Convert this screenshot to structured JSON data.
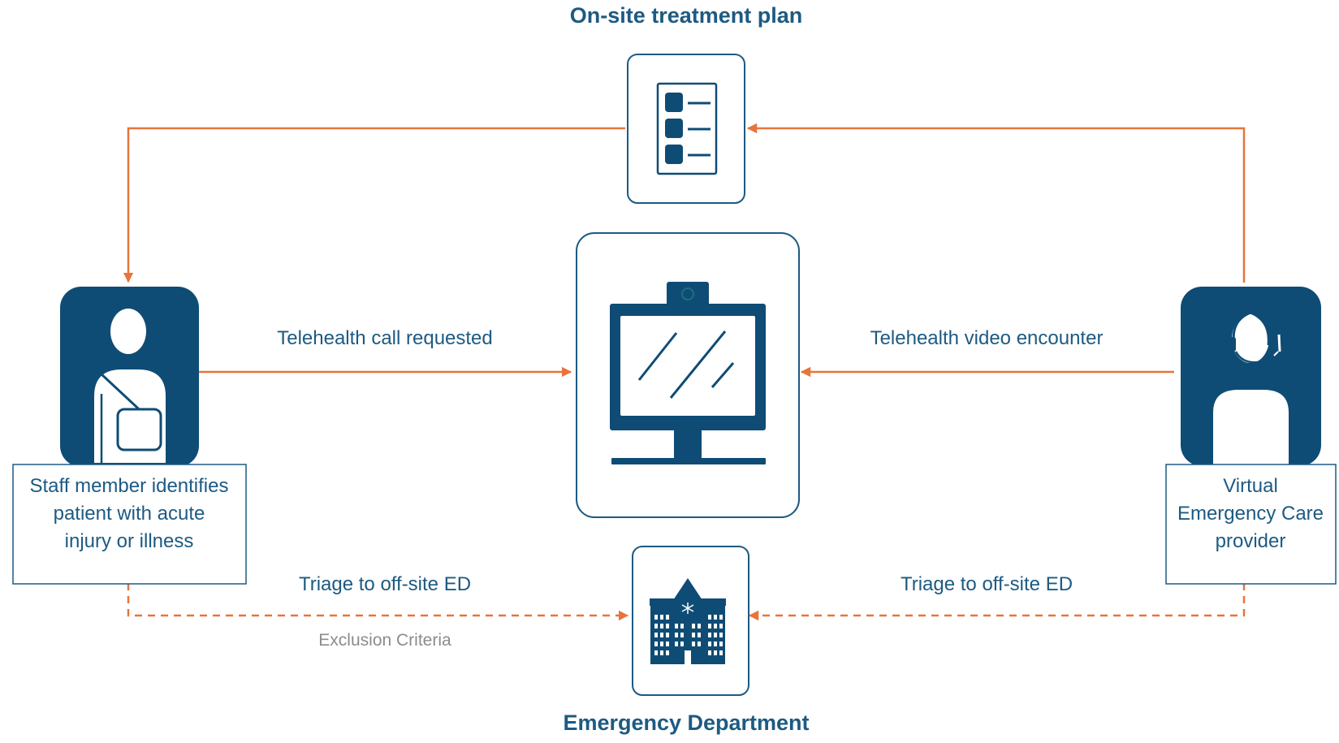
{
  "titles": {
    "top": "On-site treatment plan",
    "bottom": "Emergency Department"
  },
  "flows": {
    "call_requested": "Telehealth call requested",
    "video_encounter": "Telehealth video encounter",
    "triage_left": "Triage to off-site ED",
    "triage_right": "Triage to off-site ED",
    "exclusion": "Exclusion Criteria"
  },
  "staff_box": {
    "line1": "Staff member identifies",
    "line2": "patient with acute",
    "line3": "injury or illness"
  },
  "provider_box": {
    "line1": "Virtual",
    "line2": "Emergency Care",
    "line3": "provider"
  },
  "icons": {
    "checklist": "checklist-icon",
    "monitor": "video-monitor-icon",
    "hospital": "hospital-icon",
    "patient": "injured-patient-icon",
    "provider": "headset-provider-icon"
  },
  "colors": {
    "navy": "#1d5a82",
    "icon_blue": "#0f4c75",
    "arrow_orange": "#e8743b",
    "muted_gray": "#8c8c8c"
  }
}
